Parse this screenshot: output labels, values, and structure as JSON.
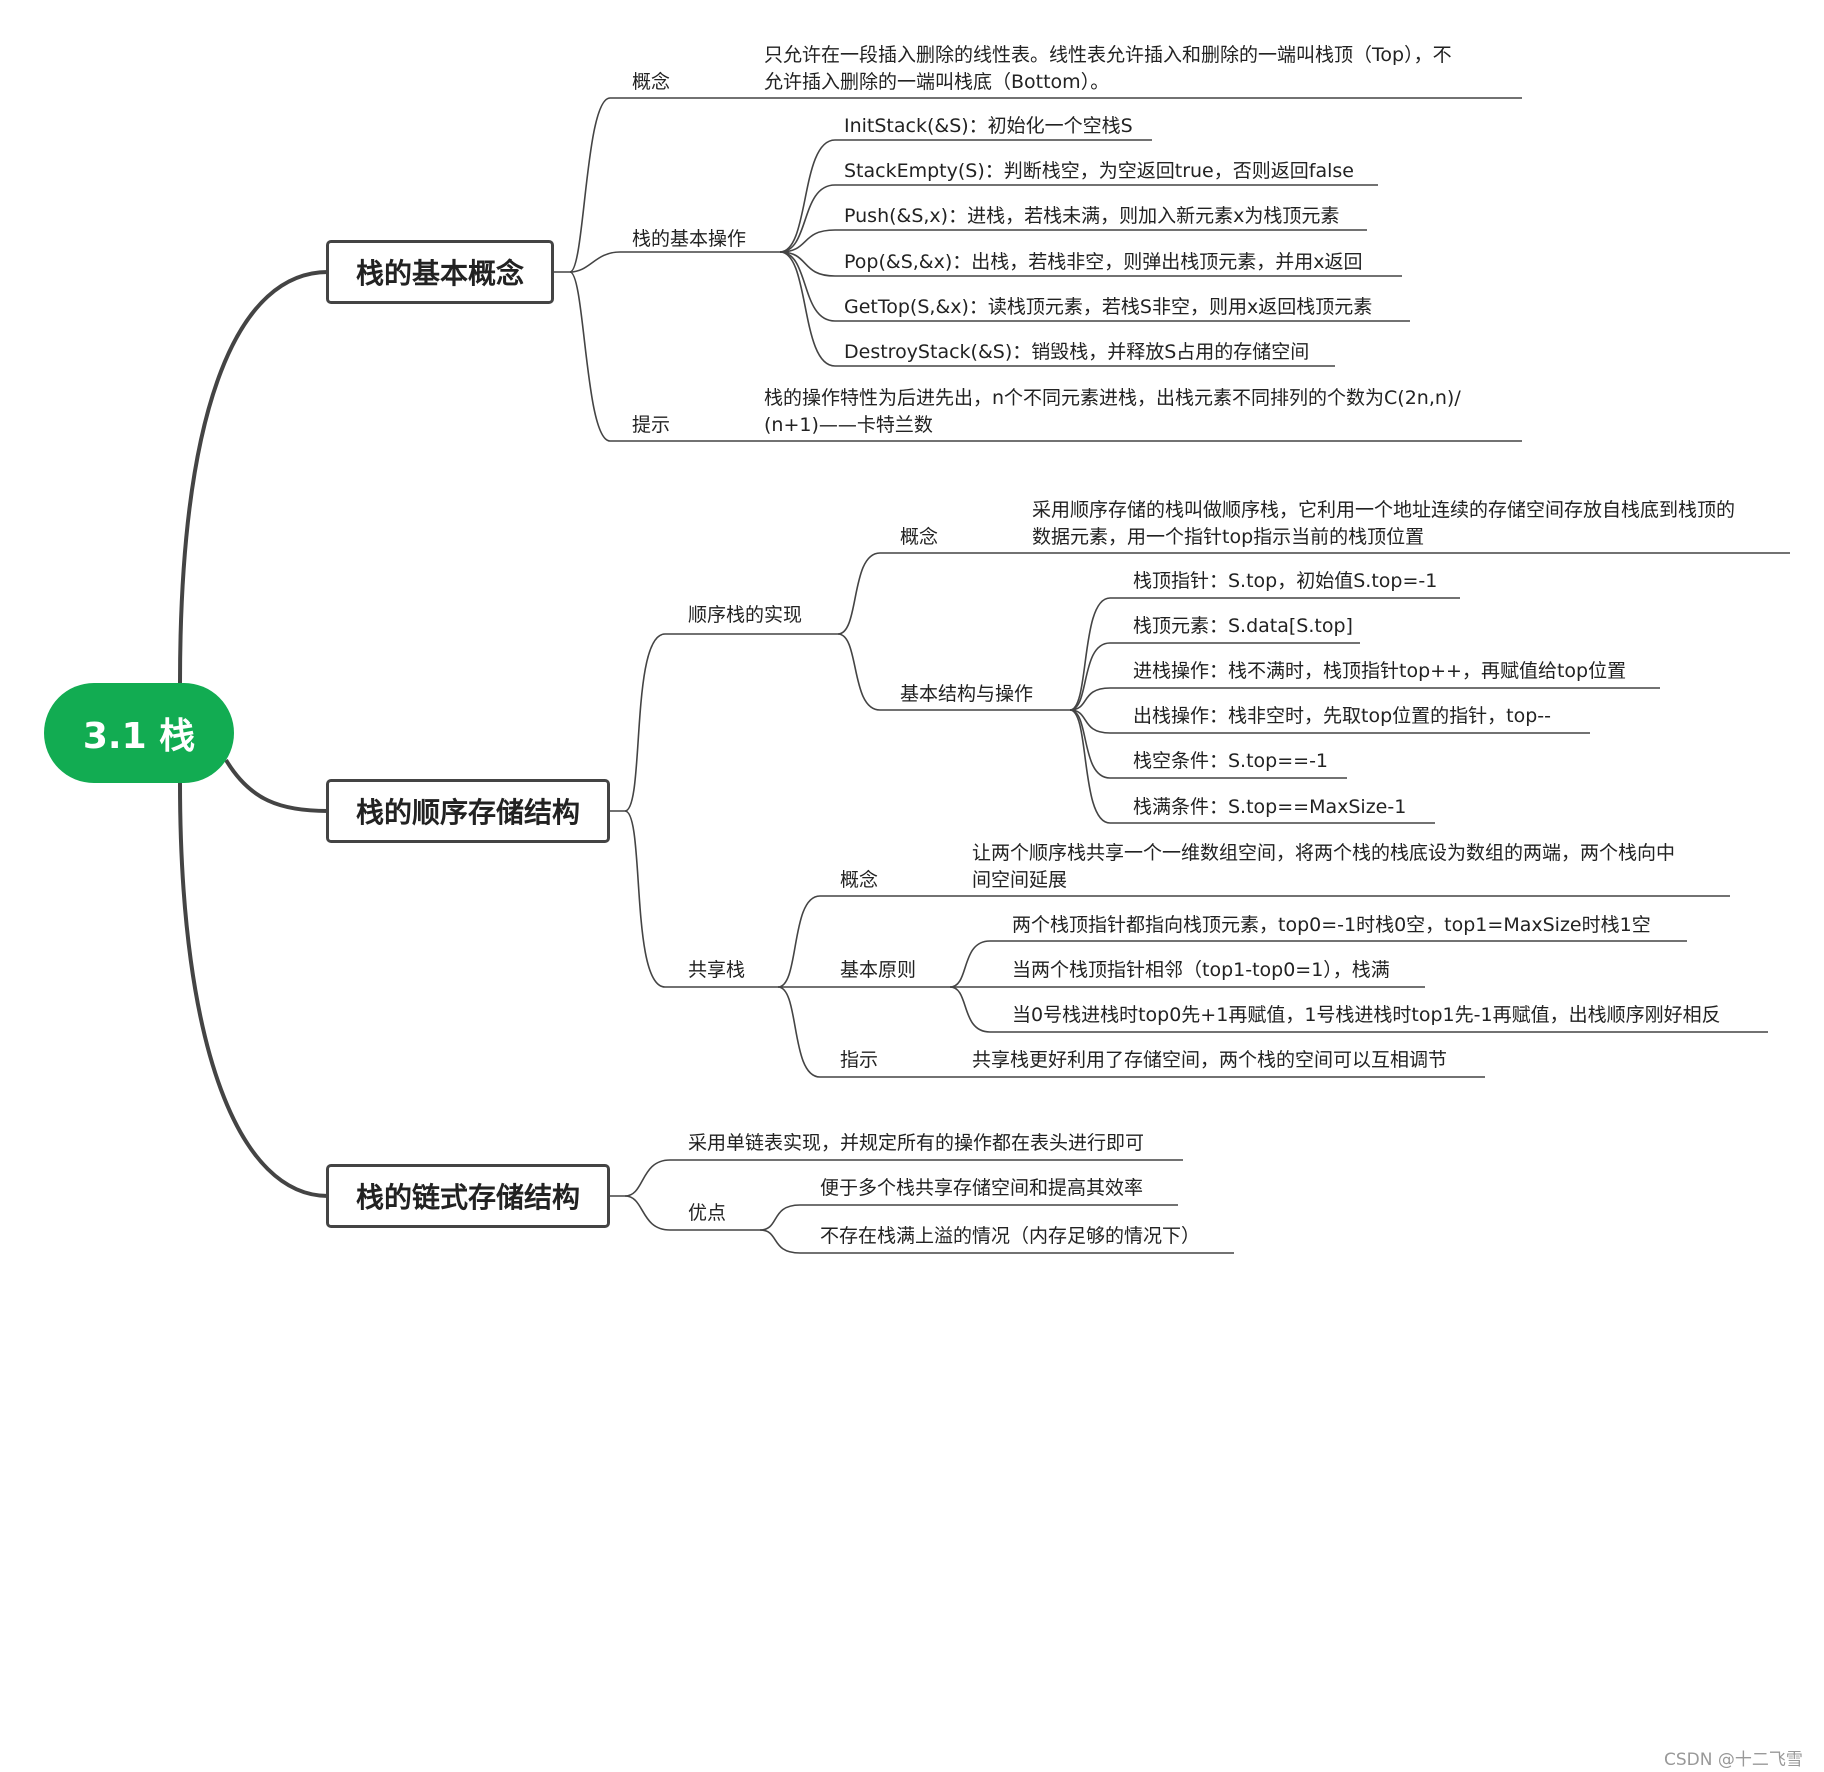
{
  "root": "3.1 栈",
  "topics": {
    "basic": "栈的基本概念",
    "seq": "栈的顺序存储结构",
    "link": "栈的链式存储结构"
  },
  "basic": {
    "concept_label": "概念",
    "concept_text": [
      "只允许在一段插入删除的线性表。线性表允许插入和删除的一端叫栈顶（Top），不",
      "允许插入删除的一端叫栈底（Bottom）。"
    ],
    "ops_label": "栈的基本操作",
    "ops": [
      "InitStack(&S)：初始化一个空栈S",
      "StackEmpty(S)：判断栈空，为空返回true，否则返回false",
      "Push(&S,x)：进栈，若栈未满，则加入新元素x为栈顶元素",
      "Pop(&S,&x)：出栈，若栈非空，则弹出栈顶元素，并用x返回",
      "GetTop(S,&x)：读栈顶元素，若栈S非空，则用x返回栈顶元素",
      "DestroyStack(&S)：销毁栈，并释放S占用的存储空间"
    ],
    "hint_label": "提示",
    "hint_text": [
      "栈的操作特性为后进先出，n个不同元素进栈，出栈元素不同排列的个数为C(2n,n)/",
      "(n+1)——卡特兰数"
    ]
  },
  "seq": {
    "impl_label": "顺序栈的实现",
    "impl_concept_label": "概念",
    "impl_concept_text": [
      "采用顺序存储的栈叫做顺序栈，它利用一个地址连续的存储空间存放自栈底到栈顶的",
      "数据元素，用一个指针top指示当前的栈顶位置"
    ],
    "struct_label": "基本结构与操作",
    "struct_items": [
      "栈顶指针：S.top，初始值S.top=-1",
      "栈顶元素：S.data[S.top]",
      "进栈操作：栈不满时，栈顶指针top++，再赋值给top位置",
      "出栈操作：栈非空时，先取top位置的指针，top--",
      "栈空条件：S.top==-1",
      "栈满条件：S.top==MaxSize-1"
    ],
    "shared_label": "共享栈",
    "shared_concept_label": "概念",
    "shared_concept_text": [
      "让两个顺序栈共享一个一维数组空间，将两个栈的栈底设为数组的两端，两个栈向中",
      "间空间延展"
    ],
    "principle_label": "基本原则",
    "principles": [
      "两个栈顶指针都指向栈顶元素，top0=-1时栈0空，top1=MaxSize时栈1空",
      "当两个栈顶指针相邻（top1-top0=1），栈满",
      "当0号栈进栈时top0先+1再赋值，1号栈进栈时top1先-1再赋值，出栈顺序刚好相反"
    ],
    "tip_label": "指示",
    "tip_text": "共享栈更好利用了存储空间，两个栈的空间可以互相调节"
  },
  "link": {
    "impl_text": "采用单链表实现，并规定所有的操作都在表头进行即可",
    "adv_label": "优点",
    "advantages": [
      "便于多个栈共享存储空间和提高其效率",
      "不存在栈满上溢的情况（内存足够的情况下）"
    ]
  },
  "watermark": "CSDN @十二飞雪",
  "colors": {
    "root": "#12ac52",
    "line": "#444444"
  }
}
